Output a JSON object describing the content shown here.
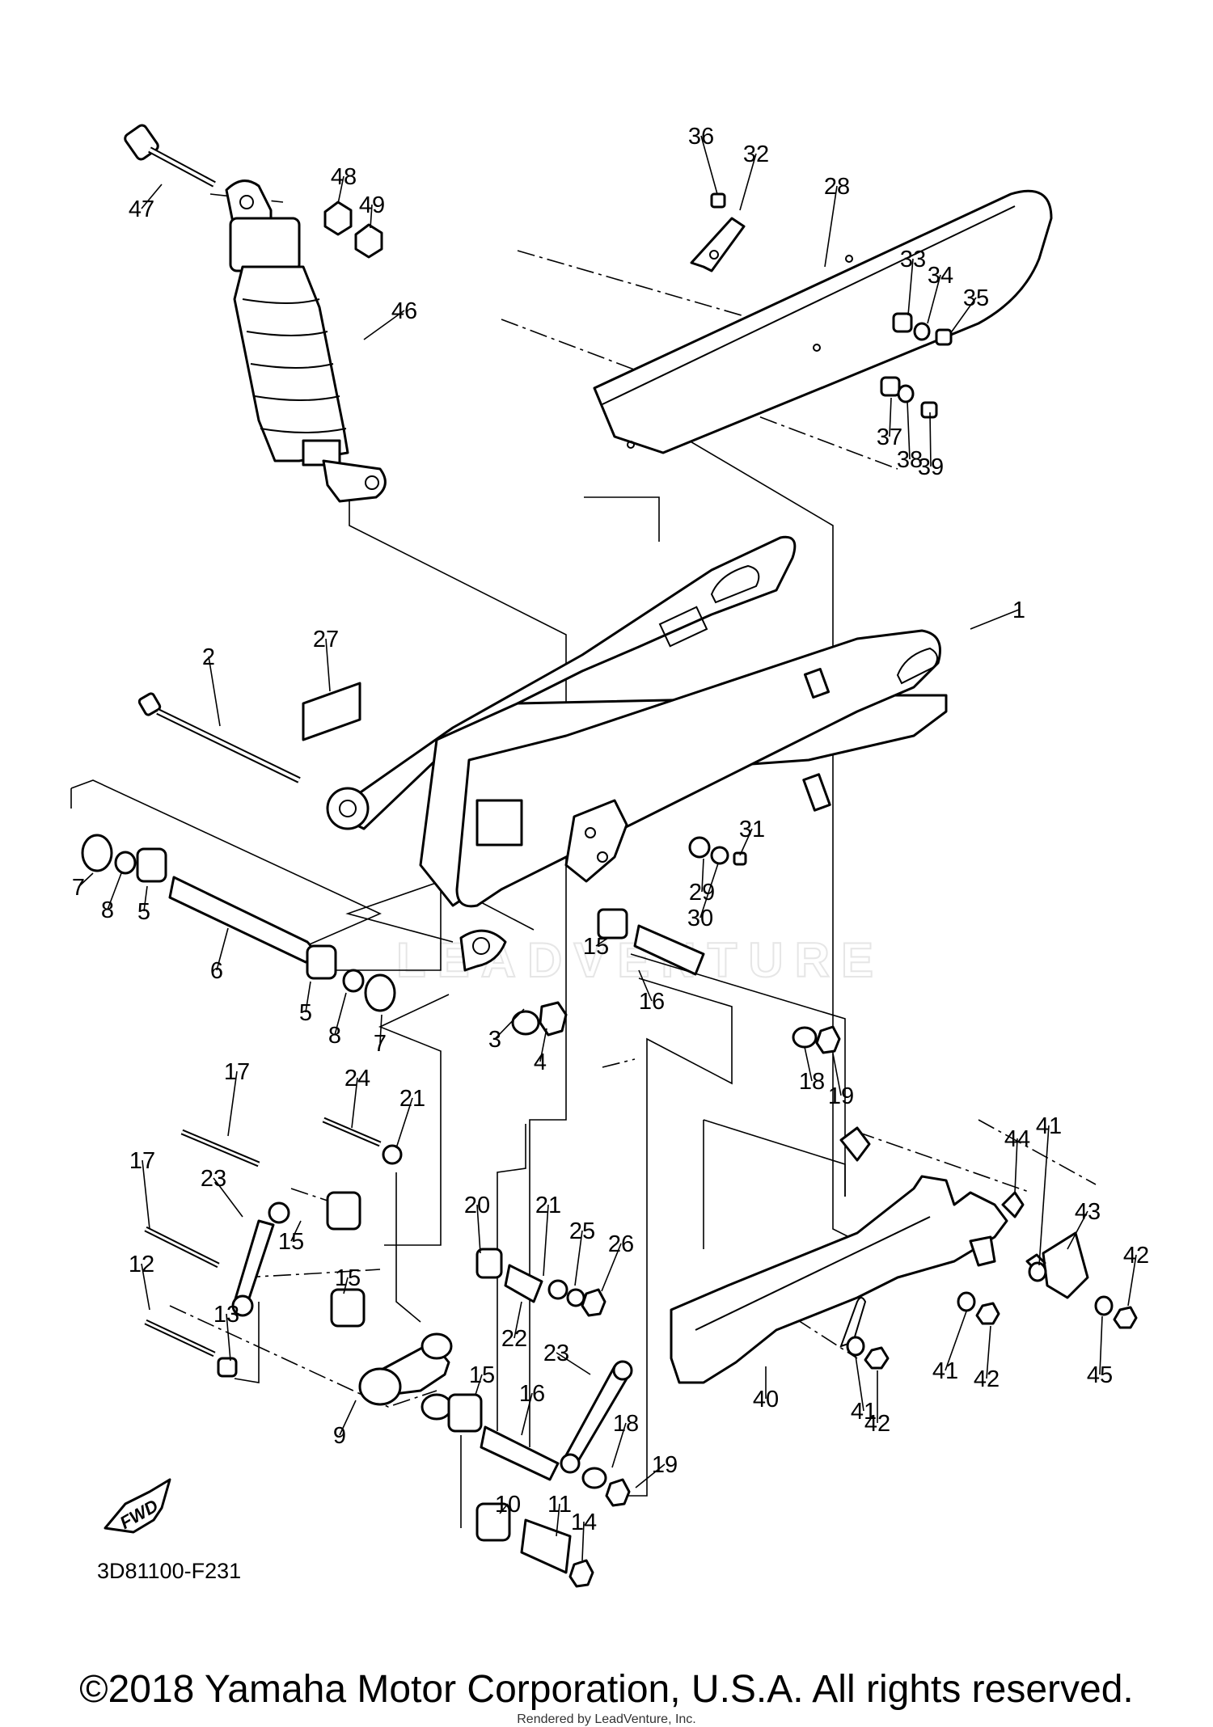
{
  "diagram": {
    "code": "3D81100-F231",
    "fwd_label": "FWD",
    "watermark": "LEADVENTURE",
    "callouts": [
      {
        "id": "c1",
        "label": "1"
      },
      {
        "id": "c2",
        "label": "2"
      },
      {
        "id": "c3",
        "label": "3"
      },
      {
        "id": "c4",
        "label": "4"
      },
      {
        "id": "c5a",
        "label": "5"
      },
      {
        "id": "c5b",
        "label": "5"
      },
      {
        "id": "c6",
        "label": "6"
      },
      {
        "id": "c7a",
        "label": "7"
      },
      {
        "id": "c7b",
        "label": "7"
      },
      {
        "id": "c8a",
        "label": "8"
      },
      {
        "id": "c8b",
        "label": "8"
      },
      {
        "id": "c9",
        "label": "9"
      },
      {
        "id": "c10",
        "label": "10"
      },
      {
        "id": "c11",
        "label": "11"
      },
      {
        "id": "c12",
        "label": "12"
      },
      {
        "id": "c13",
        "label": "13"
      },
      {
        "id": "c14",
        "label": "14"
      },
      {
        "id": "c15a",
        "label": "15"
      },
      {
        "id": "c15b",
        "label": "15"
      },
      {
        "id": "c15c",
        "label": "15"
      },
      {
        "id": "c15d",
        "label": "15"
      },
      {
        "id": "c16a",
        "label": "16"
      },
      {
        "id": "c16b",
        "label": "16"
      },
      {
        "id": "c17a",
        "label": "17"
      },
      {
        "id": "c17b",
        "label": "17"
      },
      {
        "id": "c18a",
        "label": "18"
      },
      {
        "id": "c18b",
        "label": "18"
      },
      {
        "id": "c19a",
        "label": "19"
      },
      {
        "id": "c19b",
        "label": "19"
      },
      {
        "id": "c20",
        "label": "20"
      },
      {
        "id": "c21a",
        "label": "21"
      },
      {
        "id": "c21b",
        "label": "21"
      },
      {
        "id": "c22",
        "label": "22"
      },
      {
        "id": "c23a",
        "label": "23"
      },
      {
        "id": "c23b",
        "label": "23"
      },
      {
        "id": "c24",
        "label": "24"
      },
      {
        "id": "c25",
        "label": "25"
      },
      {
        "id": "c26",
        "label": "26"
      },
      {
        "id": "c27",
        "label": "27"
      },
      {
        "id": "c28",
        "label": "28"
      },
      {
        "id": "c29",
        "label": "29"
      },
      {
        "id": "c30",
        "label": "30"
      },
      {
        "id": "c31",
        "label": "31"
      },
      {
        "id": "c32",
        "label": "32"
      },
      {
        "id": "c33",
        "label": "33"
      },
      {
        "id": "c34",
        "label": "34"
      },
      {
        "id": "c35",
        "label": "35"
      },
      {
        "id": "c36",
        "label": "36"
      },
      {
        "id": "c37",
        "label": "37"
      },
      {
        "id": "c38",
        "label": "38"
      },
      {
        "id": "c39",
        "label": "39"
      },
      {
        "id": "c40",
        "label": "40"
      },
      {
        "id": "c41a",
        "label": "41"
      },
      {
        "id": "c41b",
        "label": "41"
      },
      {
        "id": "c41c",
        "label": "41"
      },
      {
        "id": "c42a",
        "label": "42"
      },
      {
        "id": "c42b",
        "label": "42"
      },
      {
        "id": "c42c",
        "label": "42"
      },
      {
        "id": "c43",
        "label": "43"
      },
      {
        "id": "c44",
        "label": "44"
      },
      {
        "id": "c45",
        "label": "45"
      },
      {
        "id": "c46",
        "label": "46"
      },
      {
        "id": "c47",
        "label": "47"
      },
      {
        "id": "c48",
        "label": "48"
      },
      {
        "id": "c49",
        "label": "49"
      }
    ]
  },
  "footer": {
    "copyright": "©2018 Yamaha Motor Corporation, U.S.A. All rights reserved.",
    "rendered_by": "Rendered by LeadVenture, Inc."
  }
}
